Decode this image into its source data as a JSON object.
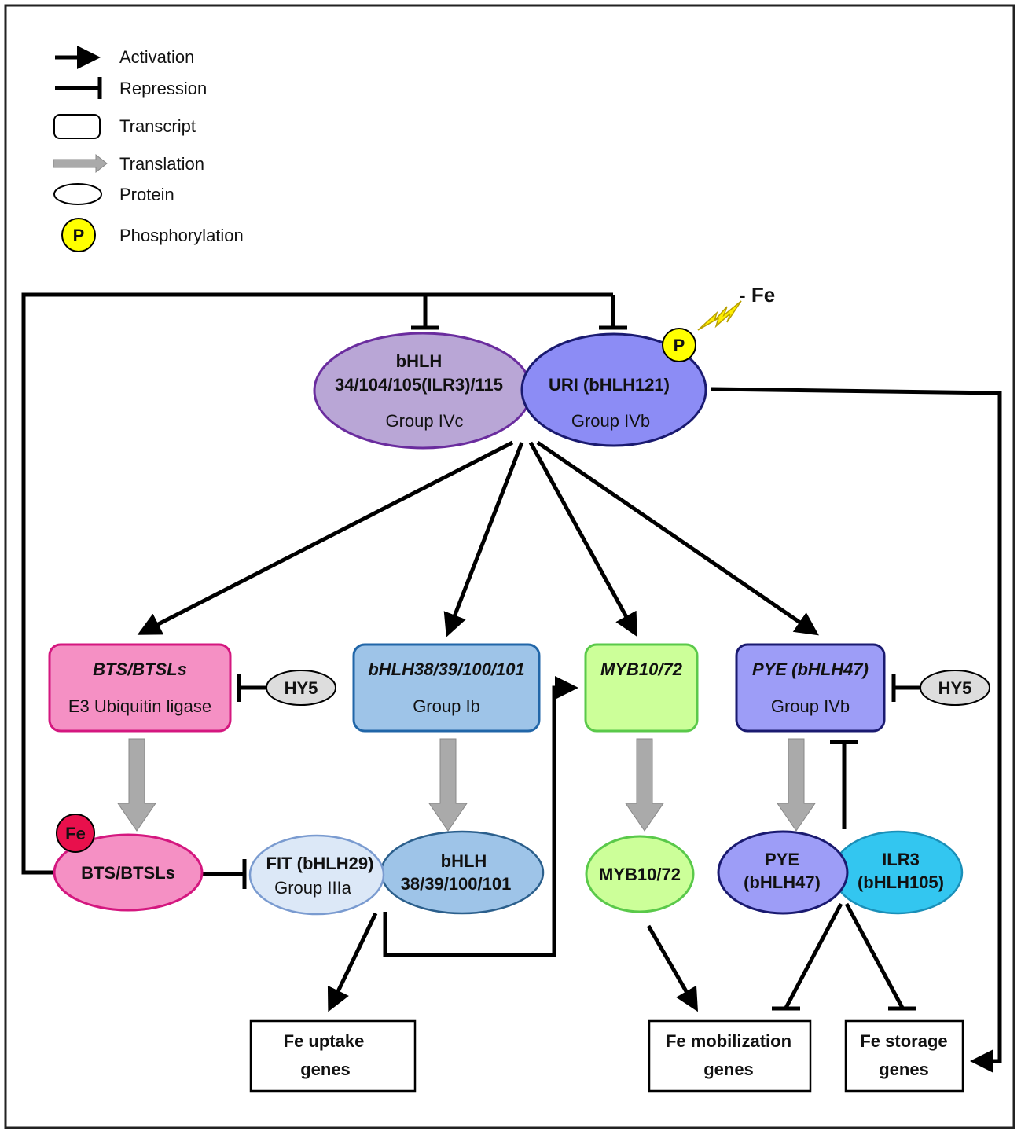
{
  "legend": {
    "activation": "Activation",
    "repression": "Repression",
    "transcript": "Transcript",
    "translation": "Translation",
    "protein": "Protein",
    "phosphorylation": "Phosphorylation",
    "p_symbol": "P"
  },
  "top": {
    "ivc": {
      "line1": "bHLH",
      "line2": "34/104/105(ILR3)/115",
      "group": "Group IVc"
    },
    "uri": {
      "name": "URI (bHLH121)",
      "group": "Group IVb"
    },
    "p_label": "P",
    "minus_fe": "- Fe"
  },
  "transcripts": {
    "bts": {
      "name": "BTS/BTSLs",
      "sub": "E3 Ubiquitin ligase"
    },
    "bhlh_ib": {
      "name": "bHLH38/39/100/101",
      "sub": "Group Ib"
    },
    "myb": {
      "name": "MYB10/72"
    },
    "pye": {
      "name": "PYE (bHLH47)",
      "sub": "Group IVb"
    }
  },
  "hy5": "HY5",
  "proteins": {
    "bts": {
      "name": "BTS/BTSLs",
      "fe": "Fe"
    },
    "fit": {
      "line1": "FIT (bHLH29)",
      "line2": "Group IIIa"
    },
    "bhlh_ib": {
      "line1": "bHLH",
      "line2": "38/39/100/101"
    },
    "myb": {
      "name": "MYB10/72"
    },
    "pye": {
      "line1": "PYE",
      "line2": "(bHLH47)"
    },
    "ilr3": {
      "line1": "ILR3",
      "line2": "(bHLH105)"
    }
  },
  "targets": {
    "uptake": {
      "line1": "Fe uptake",
      "line2": "genes"
    },
    "mobilization": {
      "line1": "Fe mobilization",
      "line2": "genes"
    },
    "storage": {
      "line1": "Fe storage",
      "line2": "genes"
    }
  },
  "colors": {
    "ivc_fill": "#b9a6d6",
    "uri_fill": "#8c8cf5",
    "bts_fill": "#f590c4",
    "bhlh_ib_fill": "#9ec4e8",
    "fit_fill": "#dce8f7",
    "myb_fill": "#ccff99",
    "pye_fill": "#9d9df7",
    "ilr3_fill": "#33c6f0",
    "hy5_fill": "#dddddd",
    "phospho_fill": "#ffff00",
    "fe_fill": "#e8104c",
    "translation_arrow": "#aaaaaa"
  }
}
